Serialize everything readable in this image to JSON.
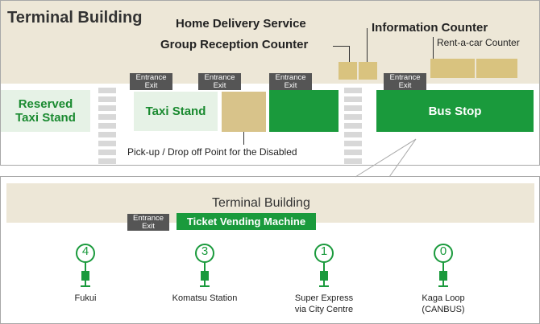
{
  "top": {
    "title": "Terminal Building",
    "home_delivery": "Home Delivery Service",
    "group_reception": "Group Reception Counter",
    "information_counter": "Information Counter",
    "rent_a_car": "Rent-a-car Counter",
    "reserved_taxi": [
      "Reserved",
      "Taxi Stand"
    ],
    "taxi_stand": "Taxi Stand",
    "bus_stop": "Bus Stop",
    "disabled_point": "Pick-up / Drop off Point for the Disabled",
    "entrance_exit": [
      "Entrance",
      "Exit"
    ]
  },
  "bottom": {
    "title": "Terminal Building",
    "entrance_exit": [
      "Entrance",
      "Exit"
    ],
    "ticket_machine": "Ticket Vending Machine",
    "stops": [
      {
        "number": "4",
        "name": [
          "Fukui"
        ]
      },
      {
        "number": "3",
        "name": [
          "Komatsu Station"
        ]
      },
      {
        "number": "1",
        "name": [
          "Super Express",
          "via City Centre"
        ]
      },
      {
        "number": "0",
        "name": [
          "Kaga Loop",
          "(CANBUS)"
        ]
      }
    ]
  },
  "colors": {
    "green": "#1a9a3c",
    "pale_green": "#e6f2e6",
    "tan": "#d8c38a",
    "band": "#ede7d7",
    "dark": "#555555"
  }
}
